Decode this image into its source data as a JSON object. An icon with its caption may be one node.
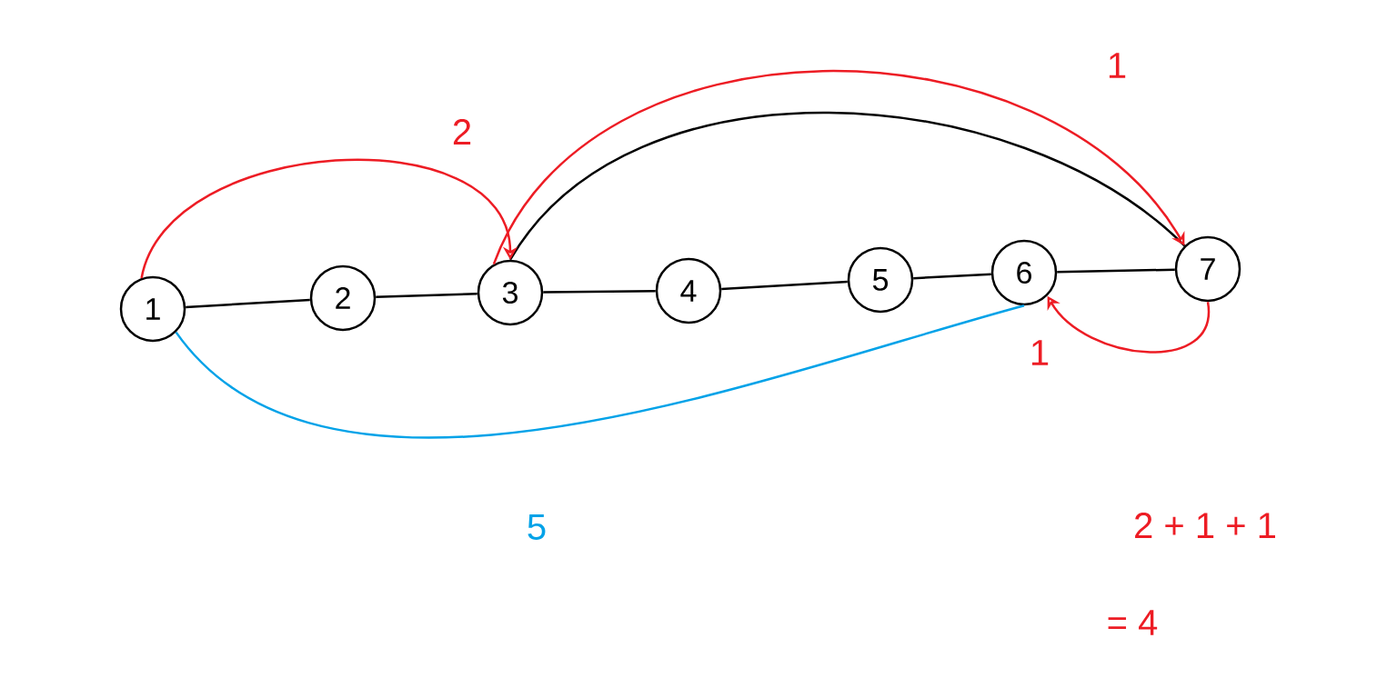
{
  "diagram": {
    "nodes": [
      {
        "text": [
          "1"
        ]
      },
      {
        "text": [
          "2"
        ]
      },
      {
        "text": [
          "3"
        ]
      },
      {
        "text": [
          "4"
        ]
      },
      {
        "text": [
          "5"
        ]
      },
      {
        "text": [
          "6"
        ]
      },
      {
        "text": [
          "7"
        ]
      }
    ],
    "edges": [
      {
        "from": 0,
        "to": 1,
        "arrow": "none"
      },
      {
        "from": 1,
        "to": 2,
        "arrow": "none"
      },
      {
        "from": 2,
        "to": 3,
        "arrow": "none"
      },
      {
        "from": 3,
        "to": 4,
        "arrow": "none"
      },
      {
        "from": 4,
        "to": 5,
        "arrow": "none"
      },
      {
        "from": 5,
        "to": 6,
        "arrow": "none"
      },
      {
        "from": 2,
        "to": 6,
        "arrow": "none"
      },
      {
        "from": 0,
        "to": 2,
        "arrow": "to",
        "label": "2",
        "color": "#ed1c24"
      },
      {
        "from": 2,
        "to": 6,
        "arrow": "to",
        "label": "1",
        "color": "#ed1c24"
      },
      {
        "from": 6,
        "to": 5,
        "arrow": "to",
        "label": "1",
        "color": "#ed1c24"
      },
      {
        "from": 0,
        "to": 5,
        "arrow": "none",
        "label": "5",
        "color": "#00a2e8"
      }
    ],
    "labels": [
      "2 + 1 + 1",
      "= 4"
    ]
  }
}
